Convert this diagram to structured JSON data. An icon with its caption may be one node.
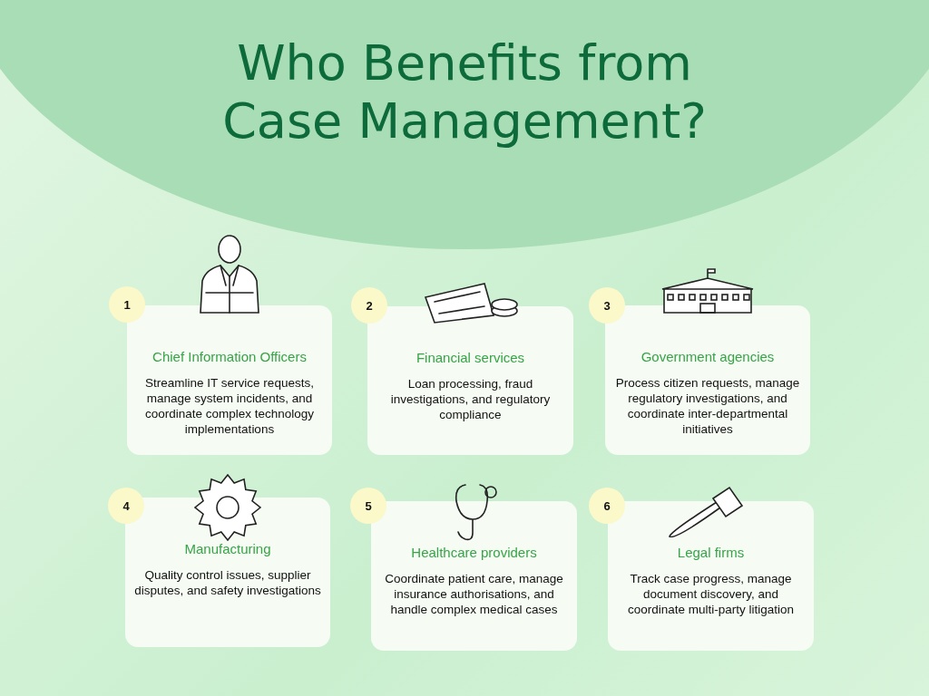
{
  "diagram": {
    "title": "Who Benefits from Case Management?",
    "nodes": [
      {
        "text": [
          "1"
        ]
      },
      {
        "text": [
          "Chief Information Officers",
          "Streamline IT service requests, manage system incidents, and coordinate complex technology implementations"
        ]
      },
      {
        "text": [
          "2"
        ]
      },
      {
        "text": [
          "Financial services",
          "Loan processing, fraud investigations, and regulatory compliance"
        ]
      },
      {
        "text": [
          "3"
        ]
      },
      {
        "text": [
          "Government agencies",
          "Process citizen requests, manage regulatory investigations, and coordinate inter-departmental initiatives"
        ]
      },
      {
        "text": [
          "4"
        ]
      },
      {
        "text": [
          "Manufacturing",
          "Quality control issues, supplier disputes, and safety investigations"
        ]
      },
      {
        "text": [
          "5"
        ]
      },
      {
        "text": [
          "Healthcare providers",
          "Coordinate patient care, manage insurance authorisations, and handle complex medical cases"
        ]
      },
      {
        "text": [
          "6"
        ]
      },
      {
        "text": [
          "Legal firms",
          "Track case progress, manage document discovery, and coordinate multi-party litigation"
        ]
      }
    ]
  }
}
